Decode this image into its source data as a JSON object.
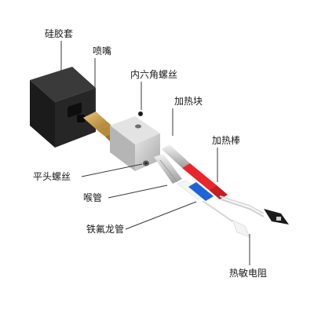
{
  "labels": {
    "silicone_sock": "硅胶套",
    "nozzle": "喷嘴",
    "hex_screw": "内六角螺丝",
    "heater_block": "加热块",
    "heater_cartridge": "加热棒",
    "flat_head_screw": "平头螺丝",
    "throat": "喉管",
    "ptfe_tube": "铁氟龙管",
    "thermistor": "热敏电阻"
  },
  "colors": {
    "line": "#3a3a3a",
    "heater_red": "#e8262b",
    "ptfe_blue": "#1f63d8",
    "sock_black": "#1b1b1b",
    "brass": "#c99a3a",
    "aluminium": "#c9c9c9"
  }
}
